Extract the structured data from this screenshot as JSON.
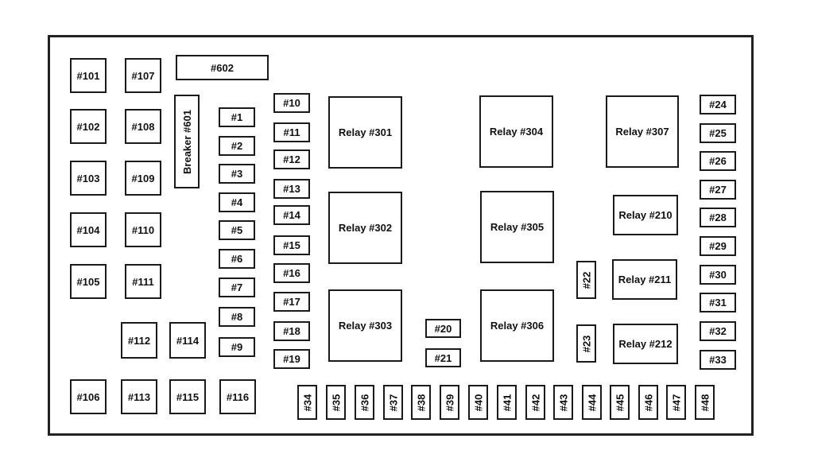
{
  "diagram": {
    "fuses": {
      "f101": "#101",
      "f102": "#102",
      "f103": "#103",
      "f104": "#104",
      "f105": "#105",
      "f106": "#106",
      "f107": "#107",
      "f108": "#108",
      "f109": "#109",
      "f110": "#110",
      "f111": "#111",
      "f112": "#112",
      "f113": "#113",
      "f114": "#114",
      "f115": "#115",
      "f116": "#116",
      "f602": "#602",
      "breaker601": "Breaker #601",
      "f1": "#1",
      "f2": "#2",
      "f3": "#3",
      "f4": "#4",
      "f5": "#5",
      "f6": "#6",
      "f7": "#7",
      "f8": "#8",
      "f9": "#9",
      "f10": "#10",
      "f11": "#11",
      "f12": "#12",
      "f13": "#13",
      "f14": "#14",
      "f15": "#15",
      "f16": "#16",
      "f17": "#17",
      "f18": "#18",
      "f19": "#19",
      "f20": "#20",
      "f21": "#21",
      "f22": "#22",
      "f23": "#23",
      "f24": "#24",
      "f25": "#25",
      "f26": "#26",
      "f27": "#27",
      "f28": "#28",
      "f29": "#29",
      "f30": "#30",
      "f31": "#31",
      "f32": "#32",
      "f33": "#33",
      "f34": "#34",
      "f35": "#35",
      "f36": "#36",
      "f37": "#37",
      "f38": "#38",
      "f39": "#39",
      "f40": "#40",
      "f41": "#41",
      "f42": "#42",
      "f43": "#43",
      "f44": "#44",
      "f45": "#45",
      "f46": "#46",
      "f47": "#47",
      "f48": "#48"
    },
    "relays": {
      "r301": "Relay  #301",
      "r302": "Relay  #302",
      "r303": "Relay  #303",
      "r304": "Relay  #304",
      "r305": "Relay  #305",
      "r306": "Relay  #306",
      "r307": "Relay #307",
      "r210": "Relay #210",
      "r211": "Relay #211",
      "r212": "Relay #212"
    }
  }
}
